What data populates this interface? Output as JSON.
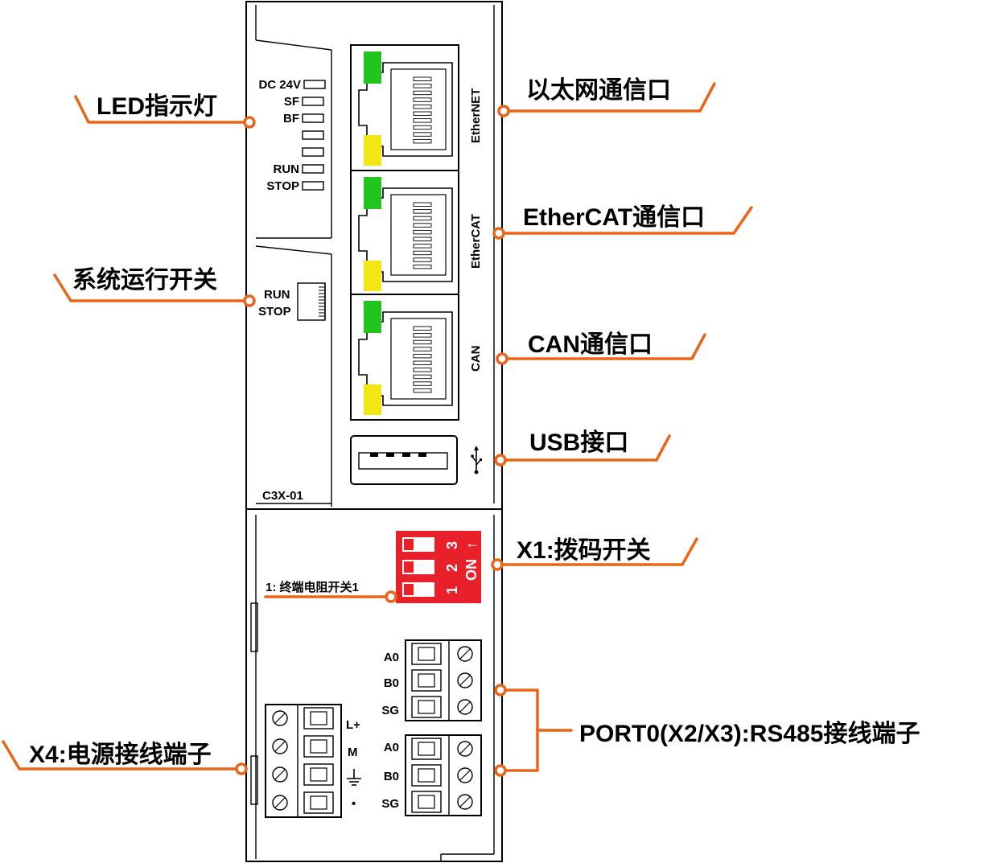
{
  "device": {
    "model": "C3X-01",
    "led_labels": [
      "DC 24V",
      "SF",
      "BF",
      "",
      "RUN",
      "STOP"
    ],
    "switch_labels": [
      "RUN",
      "STOP"
    ],
    "port_labels": [
      "EtherNET",
      "EtherCAT",
      "CAN"
    ],
    "usb_icon": "usb-icon",
    "dip": {
      "numbers": [
        "1",
        "2",
        "3"
      ],
      "on_label": "ON",
      "arrow": "↑"
    },
    "terminal_upper": [
      "A0",
      "B0",
      "SG"
    ],
    "terminal_lower": [
      "A0",
      "B0",
      "SG"
    ],
    "power_terminal": [
      "L+",
      "M",
      "",
      "•"
    ],
    "ground_icon": "ground-icon"
  },
  "callouts": {
    "led": "LED指示灯",
    "run_switch": "系统运行开关",
    "power_terminal": "X4:电源接线端子",
    "ethernet": "以太网通信口",
    "ethercat": "EtherCAT通信口",
    "can": "CAN通信口",
    "usb": "USB接口",
    "dip_switch": "X1:拨码开关",
    "terminal_resistor": "1: 终端电阻开关1",
    "rs485": "PORT0(X2/X3):RS485接线端子"
  },
  "colors": {
    "leader": "#e8651a",
    "led_green": "#22c51e",
    "led_yellow": "#f2e616",
    "dip_red": "#e8202a"
  }
}
